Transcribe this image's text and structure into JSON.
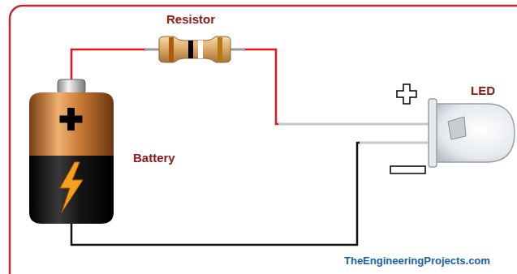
{
  "diagram": {
    "labels": [
      "Resistor",
      "Battery",
      "LED",
      "TheEngineeringProjects.com"
    ]
  }
}
